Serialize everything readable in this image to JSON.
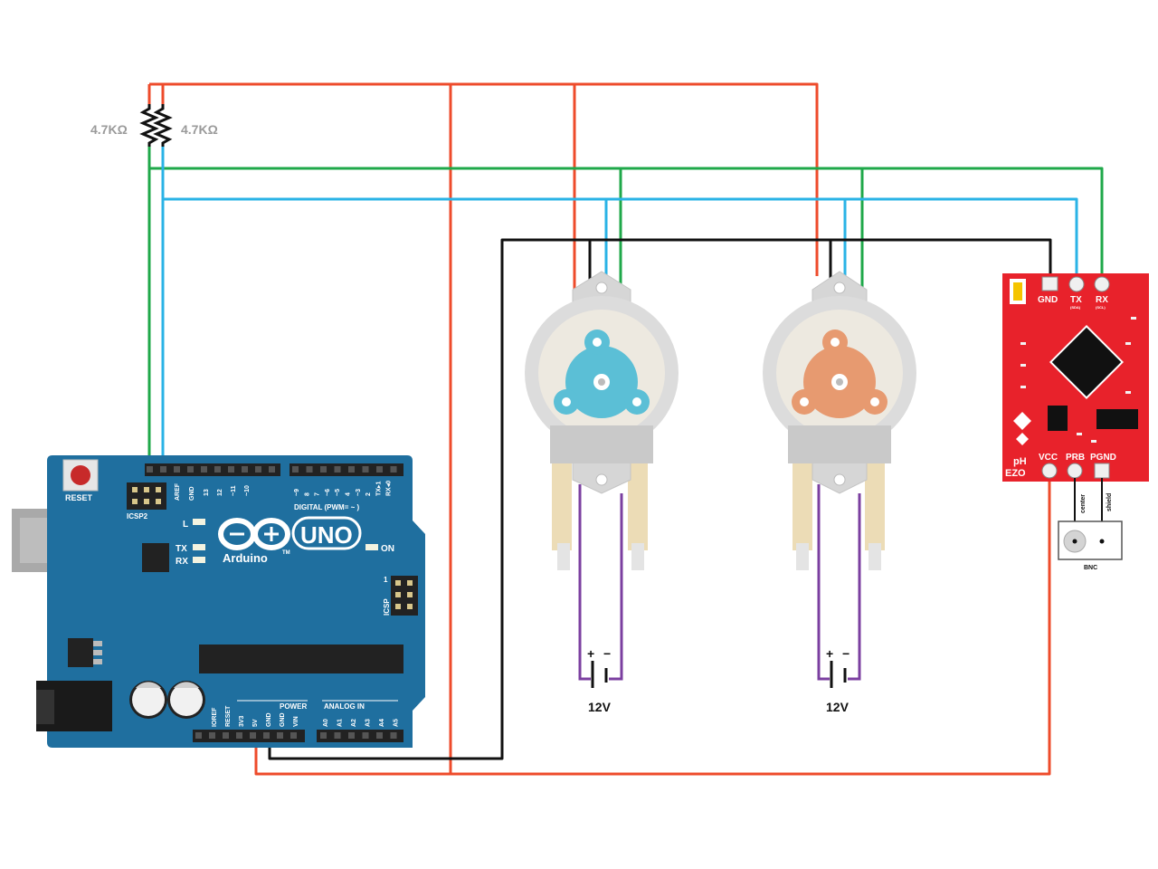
{
  "resistors": {
    "left_label": "4.7KΩ",
    "right_label": "4.7KΩ"
  },
  "arduino": {
    "reset_label": "RESET",
    "icsp2_label": "ICSP2",
    "icsp_label": "ICSP",
    "icsp_pin1": "1",
    "aref_label": "AREF",
    "gnd_top": "GND",
    "digital_pins": [
      "13",
      "12",
      "~11",
      "~10",
      "~9",
      "8",
      "7",
      "~6",
      "~5",
      "4",
      "~3",
      "2",
      "TX▸1",
      "RX◂0"
    ],
    "digital_label": "DIGITAL (PWM= ~ )",
    "led_l": "L",
    "led_tx": "TX",
    "led_rx": "RX",
    "brand": "Arduino",
    "model": "UNO",
    "tm": "TM",
    "on_label": "ON",
    "power_label": "POWER",
    "analog_label": "ANALOG IN",
    "power_pins": [
      "IOREF",
      "RESET",
      "3V3",
      "5V",
      "GND",
      "GND",
      "VIN"
    ],
    "analog_pins": [
      "A0",
      "A1",
      "A2",
      "A3",
      "A4",
      "A5"
    ]
  },
  "pumps": [
    {
      "plus": "+",
      "minus": "−",
      "voltage": "12V",
      "rotor_color": "#5bbfd6"
    },
    {
      "plus": "+",
      "minus": "−",
      "voltage": "12V",
      "rotor_color": "#e79a70"
    }
  ],
  "ezo": {
    "gnd": "GND",
    "tx": "TX",
    "rx": "RX",
    "tx_sub": "(SDA)",
    "rx_sub": "(SCL)",
    "vcc": "VCC",
    "prb": "PRB",
    "pgnd": "PGND",
    "ph": "pH",
    "ezo": "EZO",
    "center": "center",
    "shield": "shield",
    "bnc": "BNC",
    "board_color": "#e8222b"
  },
  "wire_colors": {
    "red": "#ee4b2b",
    "green": "#1fa84a",
    "blue": "#2ab3e6",
    "black": "#111111",
    "purple": "#7b3fa0"
  },
  "board_color": "#1f6f9f"
}
